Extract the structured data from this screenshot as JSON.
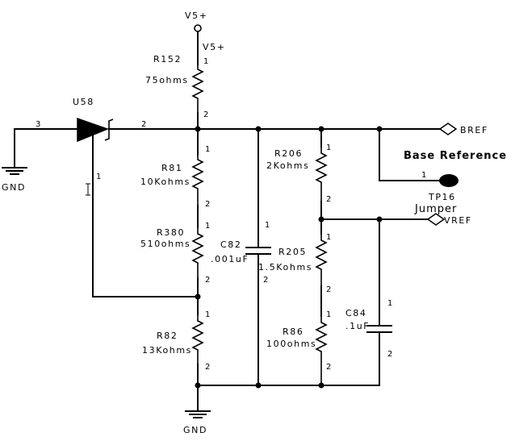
{
  "nets": {
    "v5_top": "V5+",
    "v5_pin": "V5+",
    "bref": "BREF",
    "vref": "VREF",
    "gnd_left": "GND",
    "gnd_bottom": "GND",
    "base_reference": "Base Reference",
    "jumper": "Jumper"
  },
  "components": {
    "r152": {
      "ref": "R152",
      "value": "75ohms",
      "pin1": "1",
      "pin2": "2"
    },
    "u58": {
      "ref": "U58",
      "pin_cathode": "2",
      "pin_anode": "3",
      "pin_ref": "1"
    },
    "r81": {
      "ref": "R81",
      "value": "10Kohms",
      "pin1": "1",
      "pin2": "2"
    },
    "r380": {
      "ref": "R380",
      "value": "510ohms",
      "pin1": "1",
      "pin2": "2"
    },
    "r82": {
      "ref": "R82",
      "value": "13Kohms",
      "pin1": "1",
      "pin2": "2"
    },
    "c82": {
      "ref": "C82",
      "value": ".001uF",
      "pin1": "1",
      "pin2": "2"
    },
    "r206": {
      "ref": "R206",
      "value": "2Kohms",
      "pin1": "1",
      "pin2": "2"
    },
    "r205": {
      "ref": "R205",
      "value": "1.5Kohms",
      "pin1": "1",
      "pin2": "2"
    },
    "r86": {
      "ref": "R86",
      "value": "100ohms",
      "pin1": "1",
      "pin2": "2"
    },
    "c84": {
      "ref": "C84",
      "value": ".1uF",
      "pin1": "1",
      "pin2": "2"
    },
    "tp16": {
      "ref": "TP16",
      "pin1": "1"
    }
  },
  "colors": {
    "ink": "#000000",
    "background": "#ffffff"
  }
}
